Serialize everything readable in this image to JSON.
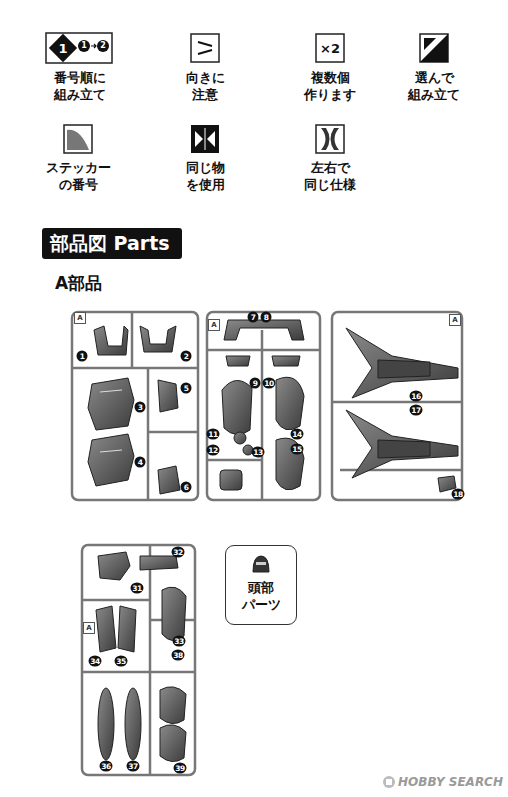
{
  "diagram": {
    "nodes": [
      {
        "text": [
          "部品図 Parts"
        ]
      },
      {
        "text": [
          "頭部 パーツ"
        ]
      }
    ],
    "labels": [
      "1",
      "1",
      "2",
      "×2",
      "A部品",
      "A",
      "1",
      "2",
      "3",
      "4",
      "5",
      "6",
      "A",
      "7",
      "8",
      "9",
      "10",
      "11",
      "12",
      "13",
      "14",
      "15",
      "A",
      "16",
      "17",
      "18",
      "32",
      "31",
      "33",
      "38",
      "34",
      "35",
      "A",
      "36",
      "37",
      "39",
      "HOBBY SEARCH"
    ],
    "legend": [
      {
        "text": "番号順に 組み立て"
      },
      {
        "text": "向きに 注意"
      },
      {
        "text": "複数個 作ります"
      },
      {
        "text": "選んで 組み立て"
      },
      {
        "text": "ステッカー の番号"
      },
      {
        "text": "同じ物 を使用"
      },
      {
        "text": "左右で 同じ仕様"
      }
    ]
  }
}
